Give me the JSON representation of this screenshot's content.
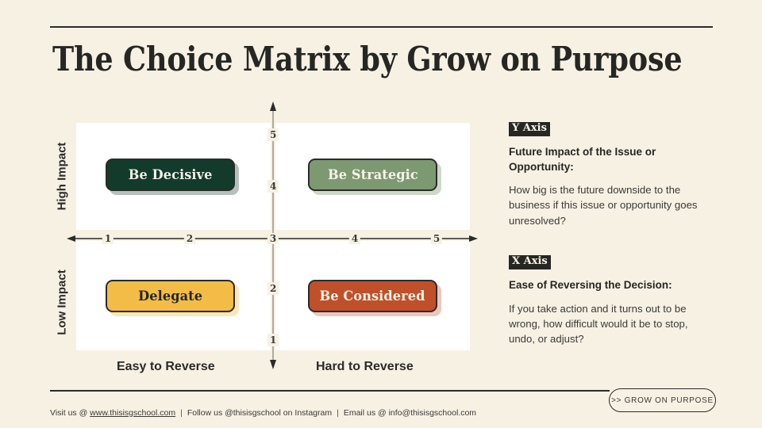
{
  "slide": {
    "title": "The Choice Matrix by Grow on Purpose",
    "background_color": "#F7F1E4"
  },
  "chart_data": {
    "type": "scatter",
    "title": "The Choice Matrix by Grow on Purpose",
    "xlabel": "Ease of Reversing the Decision",
    "ylabel": "Future Impact of the Issue or Opportunity",
    "xlim": [
      1,
      5
    ],
    "ylim": [
      1,
      5
    ],
    "x_ticks": [
      "1",
      "2",
      "3",
      "4",
      "5"
    ],
    "y_ticks": [
      "1",
      "2",
      "4",
      "5"
    ],
    "grid": false,
    "x_low_label": "Easy to Reverse",
    "x_high_label": "Hard to Reverse",
    "y_low_label": "Low Impact",
    "y_high_label": "High Impact",
    "quadrants": [
      {
        "label": "Be Decisive",
        "position": "top-left",
        "impact": "High Impact",
        "reversibility": "Easy to Reverse",
        "color": "#123B2C",
        "text_color": "#F4F0E3"
      },
      {
        "label": "Be Strategic",
        "position": "top-right",
        "impact": "High Impact",
        "reversibility": "Hard to Reverse",
        "color": "#7D9972",
        "text_color": "#F7F3E7"
      },
      {
        "label": "Delegate",
        "position": "bottom-left",
        "impact": "Low Impact",
        "reversibility": "Easy to Reverse",
        "color": "#F2BC47",
        "text_color": "#262623"
      },
      {
        "label": "Be Considered",
        "position": "bottom-right",
        "impact": "Low Impact",
        "reversibility": "Hard to Reverse",
        "color": "#C0502A",
        "text_color": "#F8F3E8"
      }
    ]
  },
  "axis_labels": {
    "y_high": "High Impact",
    "y_low": "Low Impact",
    "x_easy": "Easy to Reverse",
    "x_hard": "Hard to Reverse",
    "x_ticks": [
      "1",
      "2",
      "3",
      "4",
      "5"
    ],
    "y_ticks": [
      "5",
      "4",
      "2",
      "1"
    ]
  },
  "legend": {
    "y": {
      "tag": "Y Axis",
      "heading": "Future Impact of the Issue or Opportunity:",
      "body": "How big is the future downside to the business if this issue or opportunity goes unresolved?"
    },
    "x": {
      "tag": "X Axis",
      "heading": "Ease of Reversing the Decision:",
      "body": "If you take action and it turns out to be wrong, how difficult would it be to stop, undo, or adjust?"
    }
  },
  "footer": {
    "visit_prefix": "Visit us @ ",
    "url": "www.thisisgschool.com",
    "separator": "|",
    "follow": "Follow us @thisisgschool on Instagram",
    "email": "Email us @ info@thisisgschool.com",
    "cta": ">> GROW ON PURPOSE"
  }
}
